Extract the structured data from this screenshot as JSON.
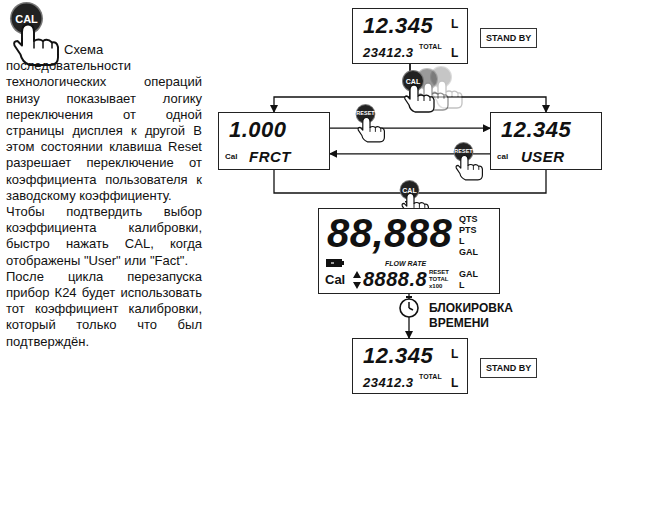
{
  "diagram": {
    "nodes": [
      {
        "text": [
          "12.345",
          "L",
          "23412.3",
          "TOTAL",
          "L"
        ]
      },
      {
        "text": [
          "STAND BY"
        ]
      },
      {
        "text": [
          "1.000",
          "Cal",
          "FRCT"
        ]
      },
      {
        "text": [
          "12.345",
          "cal",
          "USER"
        ]
      },
      {
        "text": [
          "88,888",
          "QTS",
          "PTS",
          "L",
          "GAL",
          "FLOW RATE",
          "Cal",
          "8888.8",
          "RESET",
          "TOTAL",
          "x100",
          "GAL",
          "L"
        ]
      },
      {
        "text": [
          "12.345",
          "L",
          "23412.3",
          "TOTAL",
          "L"
        ]
      },
      {
        "text": [
          "STAND BY"
        ]
      }
    ],
    "edges": [
      {
        "from": 0,
        "to": 2,
        "arrow": "to"
      },
      {
        "from": 0,
        "to": 3,
        "arrow": "to"
      },
      {
        "from": 2,
        "to": 3,
        "arrow": "to"
      },
      {
        "from": 3,
        "to": 2,
        "arrow": "to"
      },
      {
        "from": 2,
        "to": 4,
        "arrow": "to"
      },
      {
        "from": 3,
        "to": 4,
        "arrow": "to"
      },
      {
        "from": 4,
        "to": 5,
        "label": "БЛОКИРОВКА ВРЕМЕНИ",
        "arrow": "to"
      }
    ],
    "labels": [
      "CAL",
      "Схема последовательности технологических операций внизу показывает логику переключения от одной страницы дисплея к другой В этом состоянии клавиша Reset разрешает переключение от коэффициента пользователя к заводскому коэффициенту.",
      "Чтобы подтвердить выбор коэффициента калибровки, быстро нажать CAL, когда отображены \"User\" или \"Fact\".",
      "После цикла перезапуска прибор К24 будет использовать тот коэффициент калибровки, который только что был подтверждён.",
      "CAL",
      "RESET",
      "RESET",
      "CAL"
    ]
  }
}
